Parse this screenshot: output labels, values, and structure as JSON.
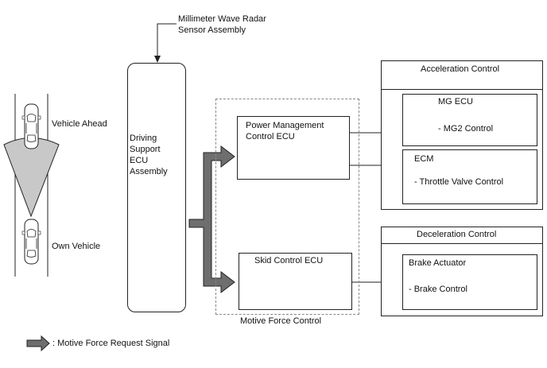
{
  "diagram": {
    "radar_label_line1": "Millimeter Wave Radar",
    "radar_label_line2": "Sensor Assembly",
    "vehicle_ahead": "Vehicle Ahead",
    "own_vehicle": "Own Vehicle",
    "driving_support_ecu": [
      "Driving",
      "Support",
      "ECU",
      "Assembly"
    ],
    "power_management_ecu": [
      "Power Management",
      "Control ECU"
    ],
    "skid_control_ecu": "Skid Control ECU",
    "motive_force_control": "Motive Force Control",
    "acceleration_control": {
      "title": "Acceleration Control",
      "mg_ecu": {
        "name": "MG ECU",
        "function": "- MG2 Control"
      },
      "ecm": {
        "name": "ECM",
        "function": "- Throttle Valve Control"
      }
    },
    "deceleration_control": {
      "title": "Deceleration Control",
      "brake_actuator": {
        "name": "Brake Actuator",
        "function": "- Brake Control"
      }
    },
    "legend": ": Motive Force Request Signal"
  },
  "colors": {
    "signal_arrow_fill": "#6e6e6e",
    "radar_beam_fill": "#c8c8c8",
    "dashed_border": "#888888"
  }
}
